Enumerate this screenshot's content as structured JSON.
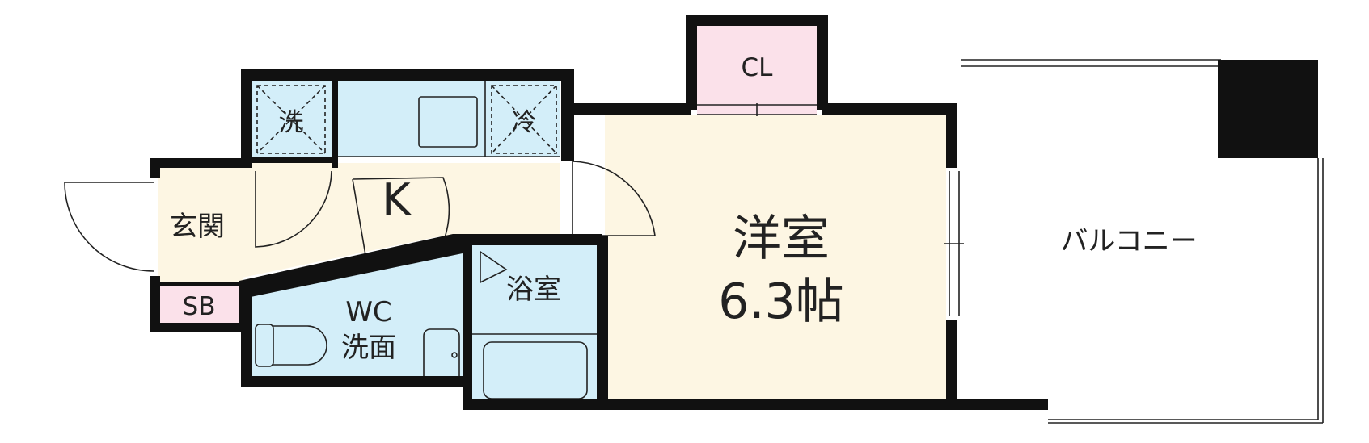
{
  "rooms": {
    "laundry": "洗",
    "fridge": "冷",
    "kitchen": "K",
    "entrance": "玄関",
    "shoe_box": "SB",
    "closet": "CL",
    "western_room": "洋室",
    "western_room_size": "6.3帖",
    "bath": "浴室",
    "wc": "WC",
    "washroom": "洗面",
    "balcony": "バルコニー"
  },
  "colors": {
    "wet_area": "#d3eef9",
    "dry_area": "#fdf6e3",
    "closet_and_sb": "#fbe1ea",
    "wall": "#111111",
    "balcony": "#ffffff"
  }
}
